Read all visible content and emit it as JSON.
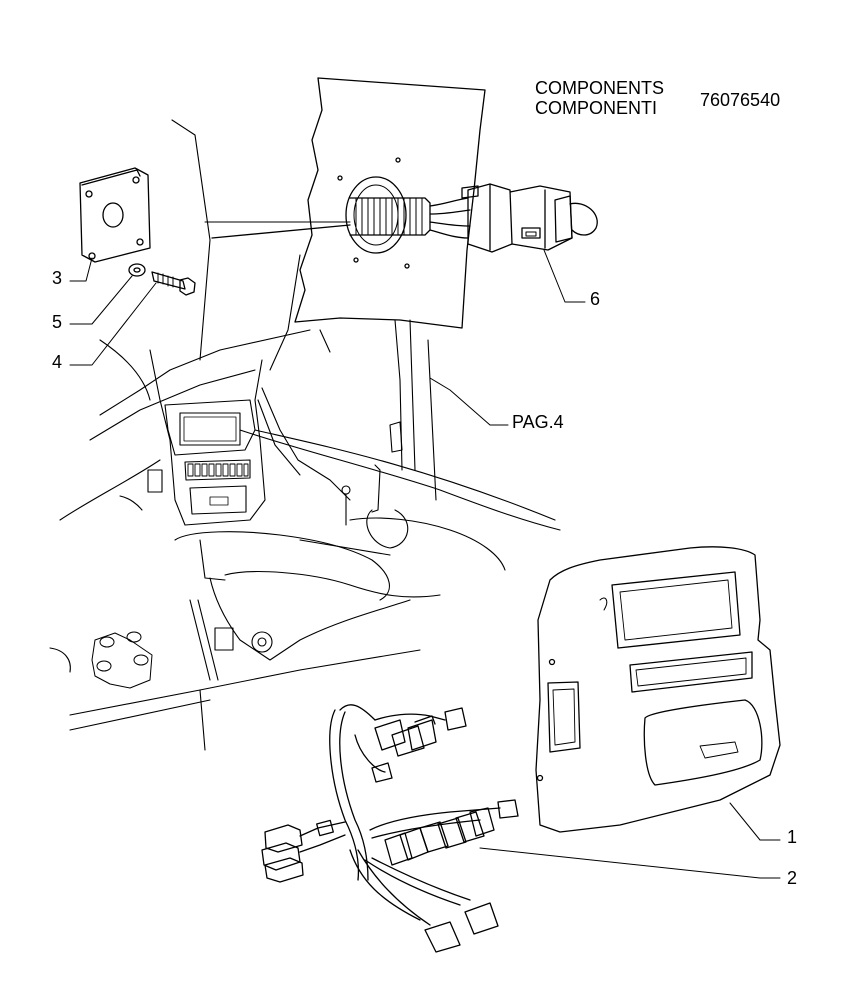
{
  "header": {
    "line1": "COMPONENTS",
    "line2": "COMPONENTI",
    "part_number": "76076540"
  },
  "callouts": {
    "c1": "1",
    "c2": "2",
    "c3": "3",
    "c4": "4",
    "c5": "5",
    "c6": "6",
    "page_ref": "PAG.4"
  },
  "colors": {
    "ink": "#000000",
    "paper": "#ffffff"
  }
}
